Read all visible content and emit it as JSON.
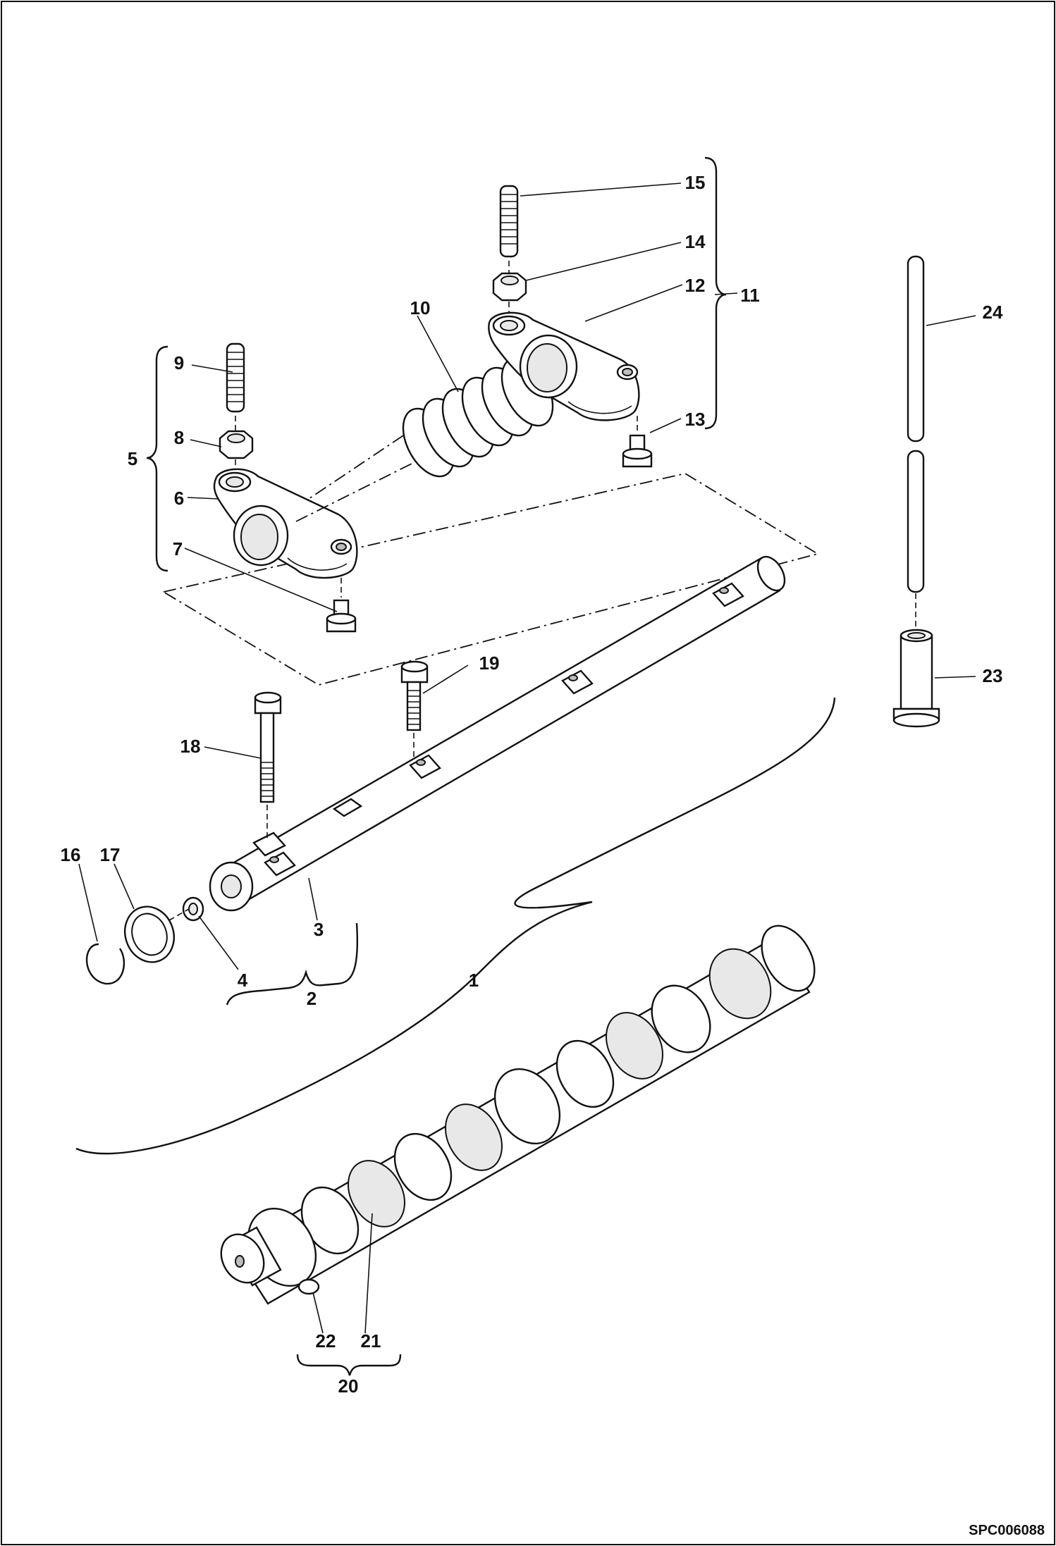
{
  "diagram": {
    "reference_code": "SPC006088",
    "callouts": [
      {
        "id": "c1",
        "text": "1"
      },
      {
        "id": "c2",
        "text": "2"
      },
      {
        "id": "c3",
        "text": "3"
      },
      {
        "id": "c4",
        "text": "4"
      },
      {
        "id": "c5",
        "text": "5"
      },
      {
        "id": "c6",
        "text": "6"
      },
      {
        "id": "c7",
        "text": "7"
      },
      {
        "id": "c8",
        "text": "8"
      },
      {
        "id": "c9",
        "text": "9"
      },
      {
        "id": "c10",
        "text": "10"
      },
      {
        "id": "c11",
        "text": "11"
      },
      {
        "id": "c12",
        "text": "12"
      },
      {
        "id": "c13",
        "text": "13"
      },
      {
        "id": "c14",
        "text": "14"
      },
      {
        "id": "c15",
        "text": "15"
      },
      {
        "id": "c16",
        "text": "16"
      },
      {
        "id": "c17",
        "text": "17"
      },
      {
        "id": "c18",
        "text": "18"
      },
      {
        "id": "c19",
        "text": "19"
      },
      {
        "id": "c20",
        "text": "20"
      },
      {
        "id": "c21",
        "text": "21"
      },
      {
        "id": "c22",
        "text": "22"
      },
      {
        "id": "c23",
        "text": "23"
      },
      {
        "id": "c24",
        "text": "24"
      }
    ]
  }
}
